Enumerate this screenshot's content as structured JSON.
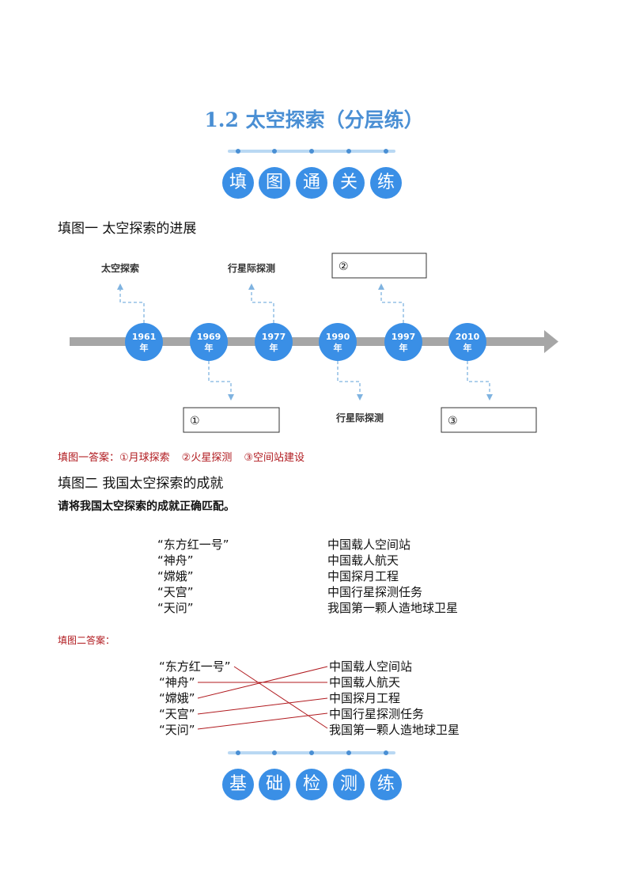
{
  "title": "1.2 太空探索（分层练）",
  "section1": {
    "chars": [
      "填",
      "图",
      "通",
      "关",
      "练"
    ]
  },
  "fig1": {
    "heading": "填图一  太空探索的进展",
    "years": [
      {
        "y": "1961",
        "u": "年"
      },
      {
        "y": "1969",
        "u": "年"
      },
      {
        "y": "1977",
        "u": "年"
      },
      {
        "y": "1990",
        "u": "年"
      },
      {
        "y": "1997",
        "u": "年"
      },
      {
        "y": "2010",
        "u": "年"
      }
    ],
    "labels": {
      "l1961": "太空探索",
      "l1977": "行星际探测",
      "l1990": "行星际探测"
    },
    "boxes": {
      "b1997": "②",
      "b1969": "①",
      "b2010": "③"
    },
    "answer": {
      "prefix": "填图一答案：",
      "a1": "①月球探索",
      "a2": "②火星探测",
      "a3": "③空间站建设"
    }
  },
  "fig2": {
    "heading": "填图二  我国太空探索的成就",
    "instruction": "请将我国太空探索的成就正确匹配。",
    "left": [
      "“东方红一号”",
      "“神舟”",
      "“嫦娥”",
      "“天宫”",
      "“天问”"
    ],
    "right": [
      "中国载人空间站",
      "中国载人航天",
      "中国探月工程",
      "中国行星探测任务",
      "我国第一颗人造地球卫星"
    ],
    "answer_label": "填图二答案：",
    "answer_left": [
      "“东方红一号”",
      "“神舟”",
      "“嫦娥”",
      "“天宫”",
      "“天问”"
    ],
    "answer_right": [
      "中国载人空间站",
      "中国载人航天",
      "中国探月工程",
      "中国行星探测任务",
      "我国第一颗人造地球卫星"
    ],
    "line_color": "#b0191e"
  },
  "section2": {
    "chars": [
      "基",
      "础",
      "检",
      "测",
      "练"
    ]
  },
  "colors": {
    "accent": "#3a8fe6",
    "title": "#4a8fd4",
    "answer": "#b0191e",
    "timeline_bar": "#a6a6a6"
  }
}
